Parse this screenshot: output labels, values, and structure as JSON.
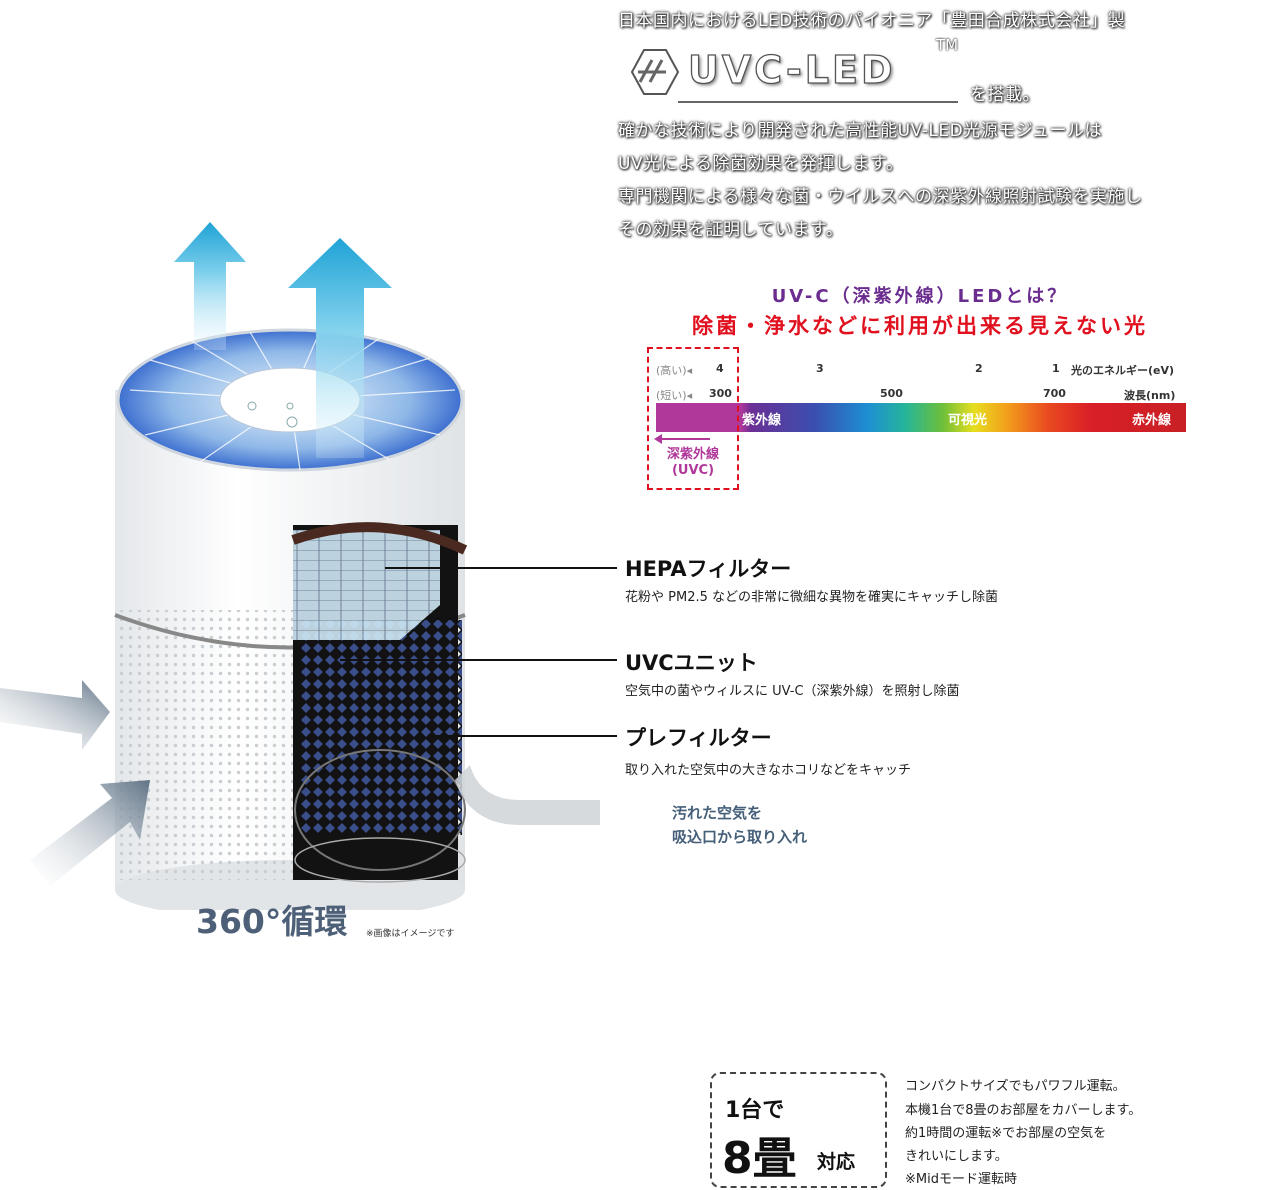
{
  "intro": {
    "line1": "日本国内におけるLED技術のパイオニア「豊田合成株式会社」製",
    "logo_text": "UVC-LED",
    "logo_tm": "TM",
    "line2": "を搭載。",
    "line3": "確かな技術により開発された高性能UV-LED光源モジュールは",
    "line4": "UV光による除菌効果を発揮します。",
    "line5": "専門機関による様々な菌・ウイルスへの深紫外線照射試験を実施し",
    "line6": "その効果を証明しています。"
  },
  "uvc": {
    "question": "UV-C（深紫外線）LEDとは？",
    "headline": "除菌・浄水などに利用が出来る見えない光",
    "energy_prefix": "(高い)◂",
    "energy_ticks": [
      "4",
      "3",
      "2",
      "1"
    ],
    "energy_label": "光のエネルギー(eV)",
    "wave_prefix": "(短い)◂",
    "wave_ticks": [
      "300",
      "500",
      "700"
    ],
    "wave_label": "波長(nm)",
    "band_uv": "紫外線",
    "band_visible": "可視光",
    "band_ir": "赤外線",
    "deep_uv": "深紫外線",
    "deep_uv_abbr": "(UVC)"
  },
  "features": [
    {
      "title": "HEPAフィルター",
      "desc": "花粉や PM2.5 などの非常に微細な異物を確実にキャッチし除菌"
    },
    {
      "title": "UVCユニット",
      "desc": "空気中の菌やウィルスに UV-C（深紫外線）を照射し除菌"
    },
    {
      "title": "プレフィルター",
      "desc": "取り入れた空気中の大きなホコリなどをキャッチ"
    }
  ],
  "intake": {
    "line1": "汚れた空気を",
    "line2": "吸込口から取り入れ"
  },
  "circulation": {
    "label": "360°循環",
    "note": "※画像はイメージです"
  },
  "room": {
    "line1": "1台で",
    "big": "8畳",
    "small": "対応",
    "text1": "コンパクトサイズでもパワフル運転。",
    "text2": "本機1台で8畳のお部屋をカバーします。",
    "text3": "約1時間の運転※でお部屋の空気を",
    "text4": "きれいにします。",
    "text5": "※Midモード運転時"
  },
  "colors": {
    "accent_purple": "#6a2d8f",
    "accent_red": "#e0101e",
    "uvc_magenta": "#b0389a",
    "arrow_blue": "#2aa9d8",
    "arrow_gray": "#6c7f90"
  }
}
